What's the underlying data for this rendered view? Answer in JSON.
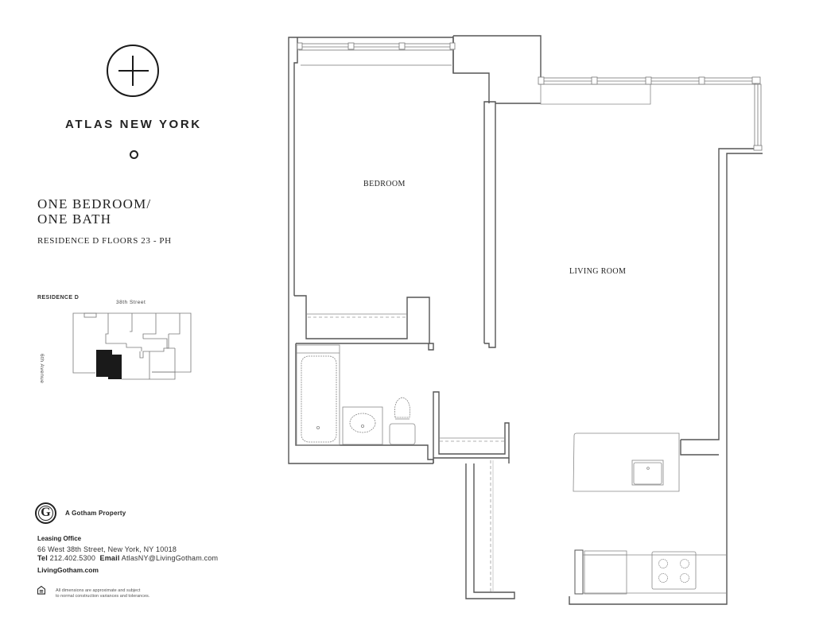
{
  "brand": {
    "name": "ATLAS NEW YORK",
    "logo_icon": "circle-plus-icon",
    "ornament_icon": "small-ring-icon"
  },
  "unit": {
    "type_line1": "ONE BEDROOM/",
    "type_line2": "ONE BATH",
    "subtitle": "RESIDENCE D FLOORS 23 - PH"
  },
  "key_plan": {
    "label": "RESIDENCE D",
    "street": "38th Street",
    "avenue": "6th Avenue",
    "highlight_color": "#1a1a1a"
  },
  "floor_plan": {
    "rooms": [
      {
        "name": "BEDROOM"
      },
      {
        "name": "LIVING ROOM"
      }
    ],
    "wall_color": "#555555",
    "fixture_color": "#888888"
  },
  "footer": {
    "developer_logo_letter": "G",
    "developer": "A Gotham Property",
    "office_title": "Leasing Office",
    "address": "66 West 38th Street, New York, NY 10018",
    "tel_label": "Tel",
    "tel": "212.402.5300",
    "email_label": "Email",
    "email": "AtlasNY@LivingGotham.com",
    "website": "LivingGotham.com",
    "eho_icon": "equal-housing-icon",
    "disclaimer_line1": "All dimensions are approximate and subject",
    "disclaimer_line2": "to normal construction variances and tolerances."
  }
}
